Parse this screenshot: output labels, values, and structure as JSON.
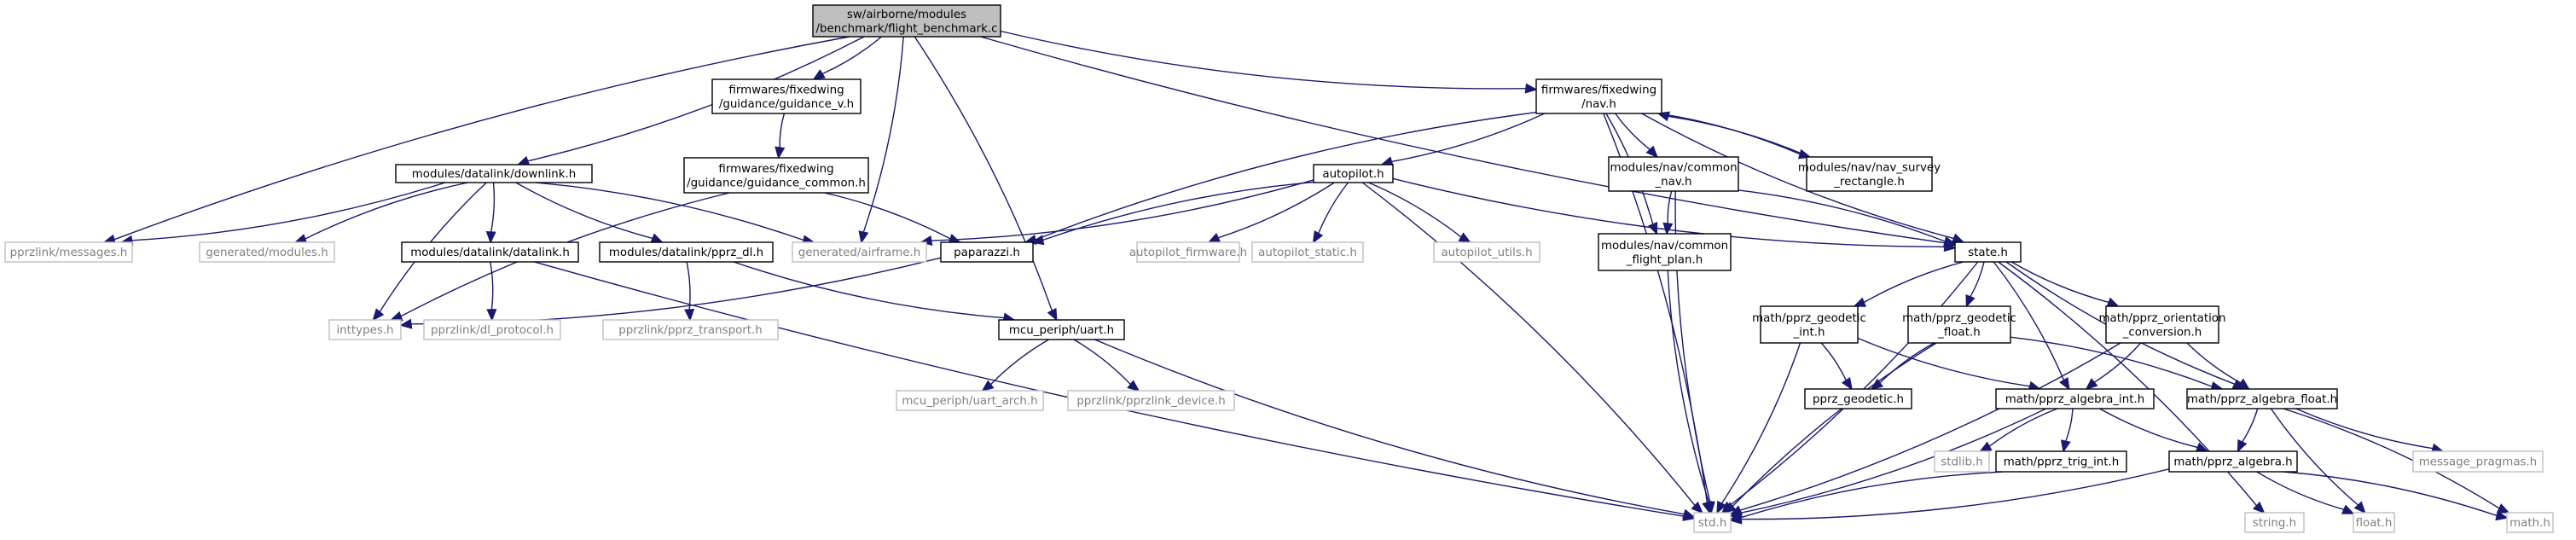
{
  "graph": {
    "nodes": [
      {
        "id": "root",
        "lines": [
          "sw/airborne/modules",
          "/benchmark/flight_benchmark.c"
        ],
        "style": "root"
      },
      {
        "id": "guidance_v",
        "lines": [
          "firmwares/fixedwing",
          "/guidance/guidance_v.h"
        ],
        "style": "normal"
      },
      {
        "id": "fw_nav",
        "lines": [
          "firmwares/fixedwing",
          "/nav.h"
        ],
        "style": "normal"
      },
      {
        "id": "downlink",
        "lines": [
          "modules/datalink/downlink.h"
        ],
        "style": "normal"
      },
      {
        "id": "guidance_common",
        "lines": [
          "firmwares/fixedwing",
          "/guidance/guidance_common.h"
        ],
        "style": "normal"
      },
      {
        "id": "autopilot",
        "lines": [
          "autopilot.h"
        ],
        "style": "normal"
      },
      {
        "id": "nav_common",
        "lines": [
          "modules/nav/common",
          "_nav.h"
        ],
        "style": "normal"
      },
      {
        "id": "nav_survey",
        "lines": [
          "modules/nav/nav_survey",
          "_rectangle.h"
        ],
        "style": "normal"
      },
      {
        "id": "messages",
        "lines": [
          "pprzlink/messages.h"
        ],
        "style": "leaf"
      },
      {
        "id": "gen_modules",
        "lines": [
          "generated/modules.h"
        ],
        "style": "leaf"
      },
      {
        "id": "datalink",
        "lines": [
          "modules/datalink/datalink.h"
        ],
        "style": "normal"
      },
      {
        "id": "pprz_dl",
        "lines": [
          "modules/datalink/pprz_dl.h"
        ],
        "style": "normal"
      },
      {
        "id": "gen_airframe",
        "lines": [
          "generated/airframe.h"
        ],
        "style": "leaf"
      },
      {
        "id": "paparazzi",
        "lines": [
          "paparazzi.h"
        ],
        "style": "normal"
      },
      {
        "id": "ap_firmware",
        "lines": [
          "autopilot_firmware.h"
        ],
        "style": "leaf"
      },
      {
        "id": "ap_static",
        "lines": [
          "autopilot_static.h"
        ],
        "style": "leaf"
      },
      {
        "id": "ap_utils",
        "lines": [
          "autopilot_utils.h"
        ],
        "style": "leaf"
      },
      {
        "id": "flight_plan",
        "lines": [
          "modules/nav/common",
          "_flight_plan.h"
        ],
        "style": "normal"
      },
      {
        "id": "state",
        "lines": [
          "state.h"
        ],
        "style": "normal"
      },
      {
        "id": "inttypes",
        "lines": [
          "inttypes.h"
        ],
        "style": "leaf"
      },
      {
        "id": "dl_protocol",
        "lines": [
          "pprzlink/dl_protocol.h"
        ],
        "style": "leaf"
      },
      {
        "id": "pprz_transport",
        "lines": [
          "pprzlink/pprz_transport.h"
        ],
        "style": "leaf"
      },
      {
        "id": "uart",
        "lines": [
          "mcu_periph/uart.h"
        ],
        "style": "normal"
      },
      {
        "id": "geodetic_int",
        "lines": [
          "math/pprz_geodetic",
          "_int.h"
        ],
        "style": "normal"
      },
      {
        "id": "geodetic_float",
        "lines": [
          "math/pprz_geodetic",
          "_float.h"
        ],
        "style": "normal"
      },
      {
        "id": "orientation",
        "lines": [
          "math/pprz_orientation",
          "_conversion.h"
        ],
        "style": "normal"
      },
      {
        "id": "geodetic",
        "lines": [
          "pprz_geodetic.h"
        ],
        "style": "normal"
      },
      {
        "id": "algebra_float",
        "lines": [
          "math/pprz_algebra_float.h"
        ],
        "style": "normal"
      },
      {
        "id": "algebra_int",
        "lines": [
          "math/pprz_algebra_int.h"
        ],
        "style": "normal"
      },
      {
        "id": "uart_arch",
        "lines": [
          "mcu_periph/uart_arch.h"
        ],
        "style": "leaf"
      },
      {
        "id": "pprzlink_device",
        "lines": [
          "pprzlink/pprzlink_device.h"
        ],
        "style": "leaf"
      },
      {
        "id": "stdlib",
        "lines": [
          "stdlib.h"
        ],
        "style": "leaf"
      },
      {
        "id": "trig_int",
        "lines": [
          "math/pprz_trig_int.h"
        ],
        "style": "normal"
      },
      {
        "id": "msg_pragmas",
        "lines": [
          "message_pragmas.h"
        ],
        "style": "leaf"
      },
      {
        "id": "algebra",
        "lines": [
          "math/pprz_algebra.h"
        ],
        "style": "normal"
      },
      {
        "id": "std",
        "lines": [
          "std.h"
        ],
        "style": "leaf"
      },
      {
        "id": "string",
        "lines": [
          "string.h"
        ],
        "style": "leaf"
      },
      {
        "id": "float",
        "lines": [
          "float.h"
        ],
        "style": "leaf"
      },
      {
        "id": "math",
        "lines": [
          "math.h"
        ],
        "style": "leaf"
      }
    ],
    "edges": [
      [
        "root",
        "guidance_v"
      ],
      [
        "root",
        "fw_nav"
      ],
      [
        "root",
        "downlink"
      ],
      [
        "root",
        "messages"
      ],
      [
        "root",
        "gen_airframe"
      ],
      [
        "root",
        "state"
      ],
      [
        "root",
        "uart"
      ],
      [
        "guidance_v",
        "guidance_common"
      ],
      [
        "fw_nav",
        "autopilot"
      ],
      [
        "fw_nav",
        "nav_common"
      ],
      [
        "fw_nav",
        "nav_survey"
      ],
      [
        "fw_nav",
        "paparazzi"
      ],
      [
        "fw_nav",
        "flight_plan"
      ],
      [
        "fw_nav",
        "state"
      ],
      [
        "fw_nav",
        "std"
      ],
      [
        "nav_survey",
        "fw_nav"
      ],
      [
        "downlink",
        "messages"
      ],
      [
        "downlink",
        "gen_modules"
      ],
      [
        "downlink",
        "datalink"
      ],
      [
        "downlink",
        "pprz_dl"
      ],
      [
        "downlink",
        "gen_airframe"
      ],
      [
        "downlink",
        "inttypes"
      ],
      [
        "guidance_common",
        "paparazzi"
      ],
      [
        "guidance_common",
        "inttypes"
      ],
      [
        "autopilot",
        "gen_airframe"
      ],
      [
        "autopilot",
        "paparazzi"
      ],
      [
        "autopilot",
        "ap_firmware"
      ],
      [
        "autopilot",
        "ap_static"
      ],
      [
        "autopilot",
        "ap_utils"
      ],
      [
        "autopilot",
        "state"
      ],
      [
        "autopilot",
        "std"
      ],
      [
        "nav_common",
        "flight_plan"
      ],
      [
        "nav_common",
        "state"
      ],
      [
        "nav_common",
        "std"
      ],
      [
        "datalink",
        "dl_protocol"
      ],
      [
        "datalink",
        "std"
      ],
      [
        "pprz_dl",
        "pprz_transport"
      ],
      [
        "pprz_dl",
        "uart"
      ],
      [
        "paparazzi",
        "inttypes"
      ],
      [
        "flight_plan",
        "std"
      ],
      [
        "state",
        "std"
      ],
      [
        "state",
        "geodetic_int"
      ],
      [
        "state",
        "geodetic_float"
      ],
      [
        "state",
        "orientation"
      ],
      [
        "state",
        "algebra_int"
      ],
      [
        "state",
        "algebra_float"
      ],
      [
        "state",
        "string"
      ],
      [
        "uart",
        "uart_arch"
      ],
      [
        "uart",
        "pprzlink_device"
      ],
      [
        "uart",
        "std"
      ],
      [
        "geodetic_int",
        "geodetic"
      ],
      [
        "geodetic_int",
        "algebra_int"
      ],
      [
        "geodetic_int",
        "std"
      ],
      [
        "geodetic_float",
        "geodetic"
      ],
      [
        "geodetic_float",
        "algebra_float"
      ],
      [
        "geodetic_float",
        "std"
      ],
      [
        "orientation",
        "algebra_int"
      ],
      [
        "orientation",
        "algebra_float"
      ],
      [
        "orientation",
        "std"
      ],
      [
        "algebra_int",
        "stdlib"
      ],
      [
        "algebra_int",
        "trig_int"
      ],
      [
        "algebra_int",
        "algebra"
      ],
      [
        "algebra_int",
        "std"
      ],
      [
        "algebra_float",
        "msg_pragmas"
      ],
      [
        "algebra_float",
        "algebra"
      ],
      [
        "algebra_float",
        "float"
      ],
      [
        "algebra_float",
        "math"
      ],
      [
        "trig_int",
        "std"
      ],
      [
        "algebra",
        "std"
      ],
      [
        "algebra",
        "float"
      ],
      [
        "algebra",
        "math"
      ]
    ]
  },
  "colors": {
    "edge": "#191970",
    "node_border": "#000000",
    "leaf_border": "#bfbfbf",
    "leaf_text": "#808080",
    "root_fill": "#bfbfbf"
  }
}
